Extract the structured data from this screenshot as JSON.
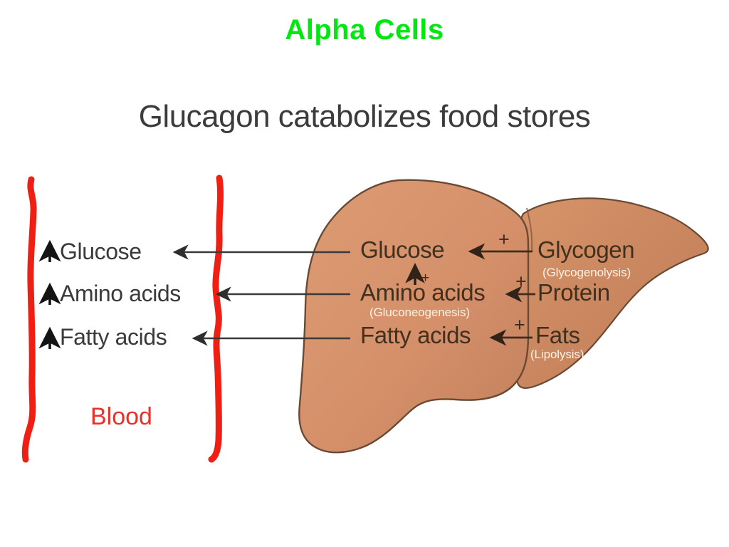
{
  "title": "Alpha Cells",
  "subtitle": "Glucagon catabolizes food stores",
  "colors": {
    "title_green": "#00e810",
    "blood_red": "#e8312a",
    "vessel_red": "#f01f13",
    "liver_fill": "#d5906a",
    "liver_fill_dark": "#c4805c",
    "liver_outline": "#5a4030",
    "text_dark": "#3a3a3a",
    "text_liver": "#41301f",
    "process_white": "#fdf2e6",
    "background": "#ffffff"
  },
  "blood_compartment": {
    "label": "Blood",
    "entries": [
      {
        "arrow": "up-arrow",
        "text": "Glucose"
      },
      {
        "arrow": "up-arrow",
        "text": "Amino acids"
      },
      {
        "arrow": "up-arrow",
        "text": "Fatty acids"
      }
    ]
  },
  "liver_compartment": {
    "products": [
      {
        "text": "Glucose"
      },
      {
        "text": "Amino acids"
      },
      {
        "text": "Fatty acids"
      }
    ],
    "stores": [
      {
        "text": "Glycogen",
        "process": "(Glycogenolysis)",
        "sign": "+"
      },
      {
        "text": "Protein",
        "process": "",
        "sign": "+"
      },
      {
        "text": "Fats",
        "process": "(Lipolysis)",
        "sign": "+"
      }
    ],
    "internal_conversion": {
      "from": "Amino acids",
      "to": "Glucose",
      "process": "(Gluconeogenesis)",
      "sign": "+"
    }
  }
}
